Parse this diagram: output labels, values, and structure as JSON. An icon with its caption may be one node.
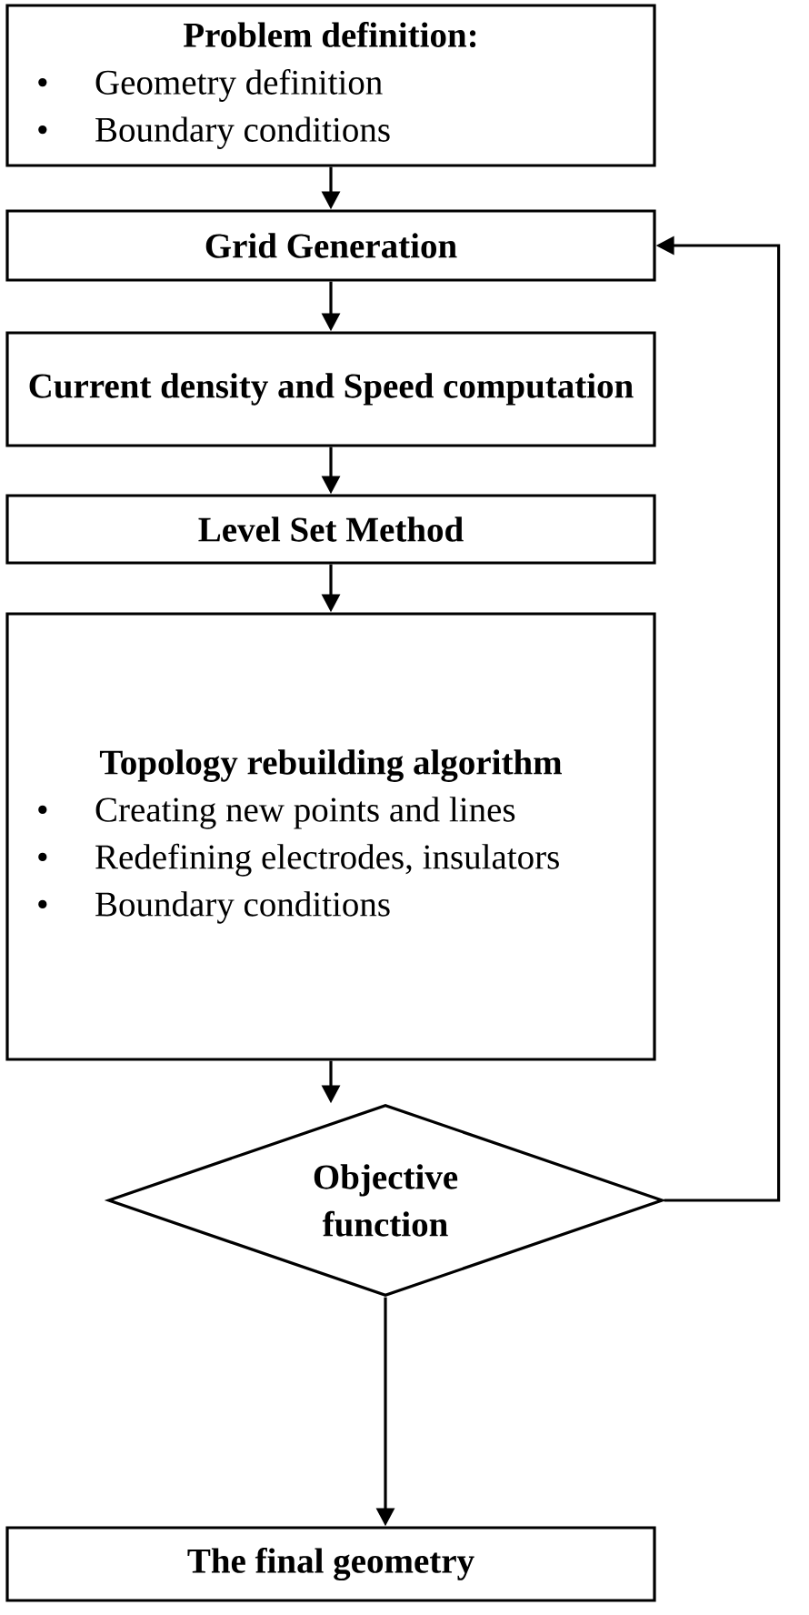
{
  "diagram": {
    "nodes": [
      {
        "text": [
          "Problem definition:",
          "Geometry definition",
          "Boundary conditions"
        ]
      },
      {
        "text": [
          "Grid Generation"
        ]
      },
      {
        "text": [
          "Current density and Speed computation"
        ]
      },
      {
        "text": [
          "Level Set Method"
        ]
      },
      {
        "text": [
          "Topology rebuilding algorithm",
          "Creating new points and lines",
          "Redefining electrodes, insulators",
          "Boundary conditions"
        ]
      },
      {
        "text": [
          "Objective function"
        ]
      },
      {
        "text": [
          "The final geometry"
        ]
      }
    ],
    "edges": [
      {
        "from": 0,
        "to": 1,
        "arrow": "to"
      },
      {
        "from": 1,
        "to": 2,
        "arrow": "to"
      },
      {
        "from": 2,
        "to": 3,
        "arrow": "to"
      },
      {
        "from": 3,
        "to": 4,
        "arrow": "to"
      },
      {
        "from": 4,
        "to": 5,
        "arrow": "to"
      },
      {
        "from": 5,
        "to": 6,
        "arrow": "to"
      },
      {
        "from": 5,
        "to": 1,
        "arrow": "to"
      }
    ],
    "labels": [
      "•",
      "•",
      "•",
      "•",
      "•"
    ]
  }
}
